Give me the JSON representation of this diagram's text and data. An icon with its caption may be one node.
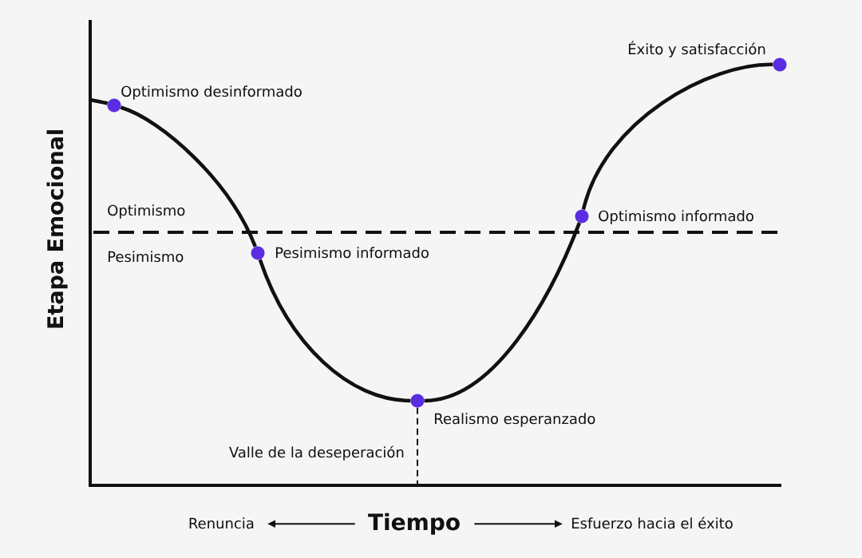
{
  "diagram": {
    "nodes": [
      {
        "text": [],
        "shape": "circle",
        "beside": [
          "Optimismo desinformado"
        ]
      },
      {
        "text": [],
        "shape": "circle",
        "beside": [
          "Pesimismo informado"
        ]
      },
      {
        "text": [],
        "shape": "circle",
        "beside": [
          "Realismo esperanzado"
        ]
      },
      {
        "text": [],
        "shape": "circle",
        "beside": [
          "Optimismo informado"
        ]
      },
      {
        "text": [],
        "shape": "circle",
        "beside": [
          "Éxito y satisfacción"
        ]
      },
      {
        "text": [
          "Renuncia"
        ]
      },
      {
        "text": [
          "Tiempo"
        ]
      },
      {
        "text": [
          "Esfuerzo hacia el éxito"
        ]
      }
    ],
    "edges": [
      {
        "from": null,
        "to": 0,
        "arrow": "none"
      },
      {
        "from": 0,
        "to": 1,
        "arrow": "none"
      },
      {
        "from": 1,
        "to": 2,
        "arrow": "none"
      },
      {
        "from": 2,
        "to": 3,
        "arrow": "none"
      },
      {
        "from": 3,
        "to": 4,
        "arrow": "none"
      },
      {
        "from": 2,
        "to": null,
        "arrow": "none",
        "style": "dashed"
      },
      {
        "from": 6,
        "to": 5,
        "arrow": "to"
      },
      {
        "from": 6,
        "to": 7,
        "arrow": "to"
      }
    ],
    "labels": [
      "Etapa Emocional",
      "Optimismo",
      "Pesimismo",
      "Valle de la deseperación"
    ]
  }
}
